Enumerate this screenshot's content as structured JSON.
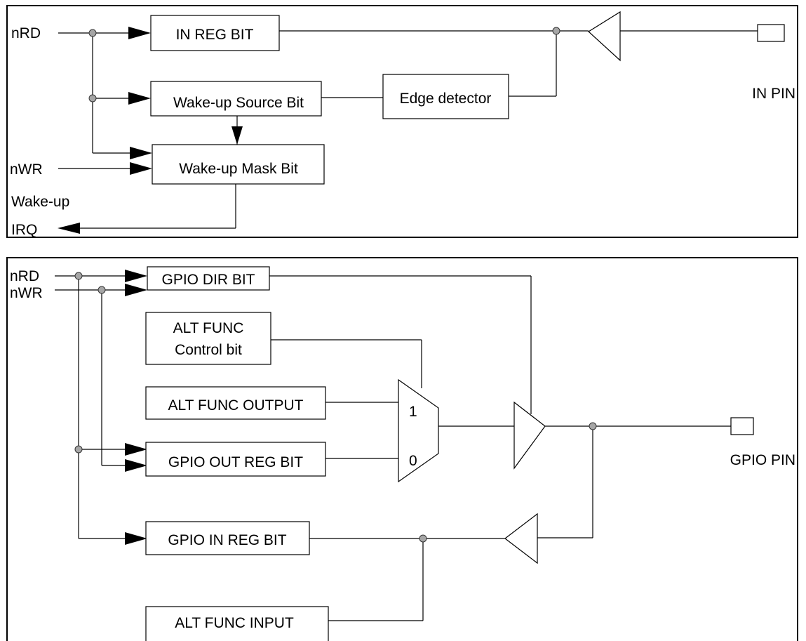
{
  "wakeup_diagram": {
    "signals": {
      "nrd": "nRD",
      "nwr": "nWR",
      "wakeup_line1": "Wake-up",
      "wakeup_line2": "IRQ",
      "in_pin": "IN PIN"
    },
    "blocks": {
      "in_reg_bit": "IN REG BIT",
      "wakeup_source_bit": "Wake-up Source Bit",
      "edge_detector": "Edge detector",
      "wakeup_mask_bit": "Wake-up Mask Bit"
    }
  },
  "gpio_diagram": {
    "signals": {
      "nrd": "nRD",
      "nwr": "nWR",
      "gpio_pin": "GPIO PIN"
    },
    "blocks": {
      "gpio_dir_bit": "GPIO DIR BIT",
      "alt_func_control_line1": "ALT FUNC",
      "alt_func_control_line2": "Control bit",
      "alt_func_output": "ALT FUNC OUTPUT",
      "gpio_out_reg_bit": "GPIO OUT REG BIT",
      "gpio_in_reg_bit": "GPIO IN REG BIT",
      "alt_func_input": "ALT FUNC INPUT"
    },
    "mux": {
      "input_1": "1",
      "input_0": "0"
    }
  }
}
